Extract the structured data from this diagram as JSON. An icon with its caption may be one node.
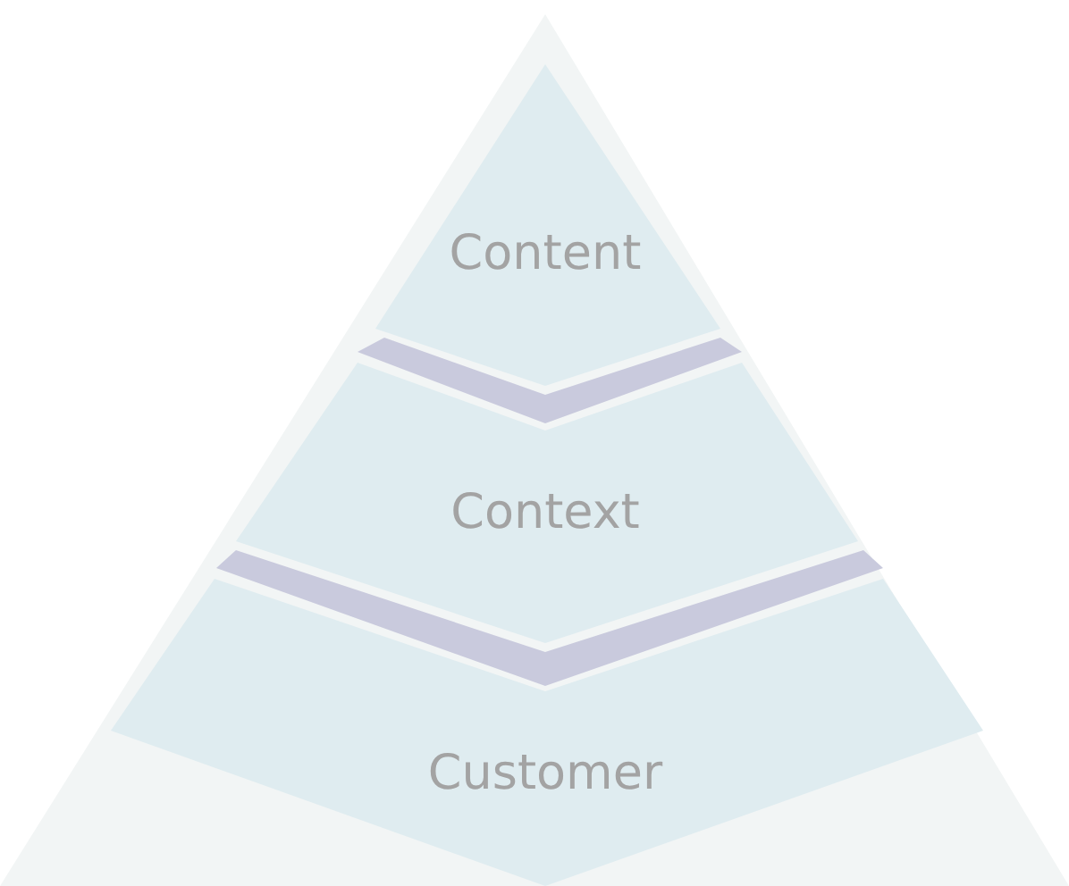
{
  "diagram": {
    "nodes": [
      {
        "text": [
          "Content"
        ]
      },
      {
        "text": [
          "Context"
        ]
      },
      {
        "text": [
          "Customer"
        ]
      }
    ]
  }
}
